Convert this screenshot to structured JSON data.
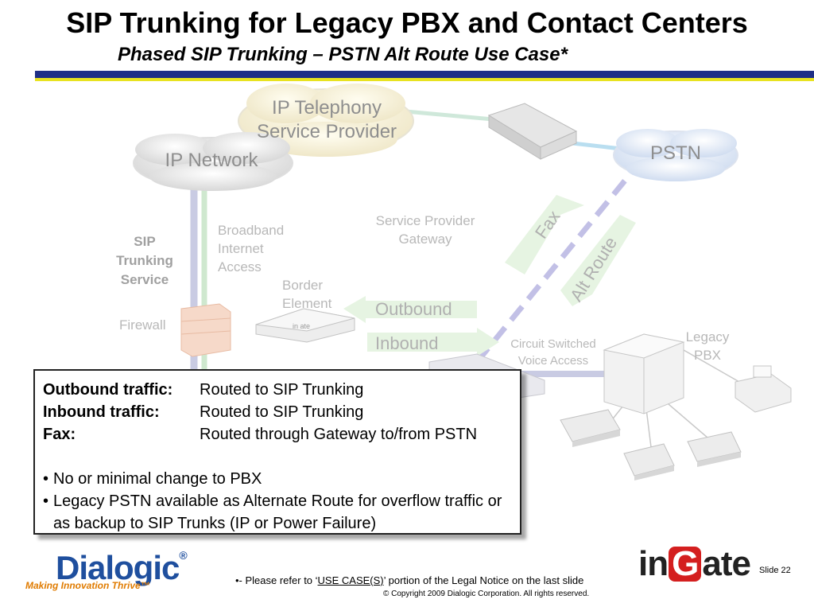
{
  "header": {
    "title": "SIP Trunking for Legacy PBX and Contact Centers",
    "subtitle": "Phased SIP Trunking – PSTN Alt Route Use Case*"
  },
  "diagram": {
    "cloud_ip_telephony_line1": "IP Telephony",
    "cloud_ip_telephony_line2": "Service Provider",
    "cloud_ip_network": "IP Network",
    "cloud_pstn": "PSTN",
    "label_broadband_1": "Broadband",
    "label_broadband_2": "Internet",
    "label_broadband_3": "Access",
    "label_sp_gateway_1": "Service Provider",
    "label_sp_gateway_2": "Gateway",
    "label_sip_trunking_1": "SIP",
    "label_sip_trunking_2": "Trunking",
    "label_sip_trunking_3": "Service",
    "label_border_1": "Border",
    "label_border_2": "Element",
    "label_firewall": "Firewall",
    "arrow_outbound": "Outbound",
    "arrow_inbound": "Inbound",
    "arrow_fax": "Fax",
    "arrow_alt_route": "Alt Route",
    "label_circuit_1": "Circuit Switched",
    "label_circuit_2": "Voice  Access",
    "label_legacy_1": "Legacy",
    "label_legacy_2": "PBX",
    "device_brand": "in ate"
  },
  "info": {
    "rows": [
      {
        "key": "Outbound traffic:",
        "value": "Routed to SIP Trunking"
      },
      {
        "key": "Inbound traffic:",
        "value": "Routed to SIP Trunking"
      },
      {
        "key": "Fax:",
        "value": "Routed through Gateway to/from PSTN"
      }
    ],
    "bullets": [
      "No or minimal change to PBX",
      "Legacy PSTN available as Alternate Route for overflow traffic or as backup to SIP Trunks (IP or Power Failure)"
    ]
  },
  "footer": {
    "note_prefix": "•- Please refer to ‘",
    "note_link": "USE CASE(S)",
    "note_suffix": "’ portion of the Legal Notice on the last slide",
    "copyright": "© Copyright 2009 Dialogic Corporation.  All rights reserved.",
    "slide": "Slide 22"
  },
  "logos": {
    "dialogic": "Dialogic",
    "dialogic_reg": "®",
    "dialogic_tagline": "Making Innovation Thrive™",
    "ingate_pre": "in",
    "ingate_g": "G",
    "ingate_post": "ate"
  },
  "colors": {
    "title_bar": "#1f2f86",
    "title_bar_accent": "#e8e220",
    "dialogic_blue": "#1f4f9e",
    "dialogic_orange": "#e07b00",
    "ingate_red": "#d41f1f"
  }
}
